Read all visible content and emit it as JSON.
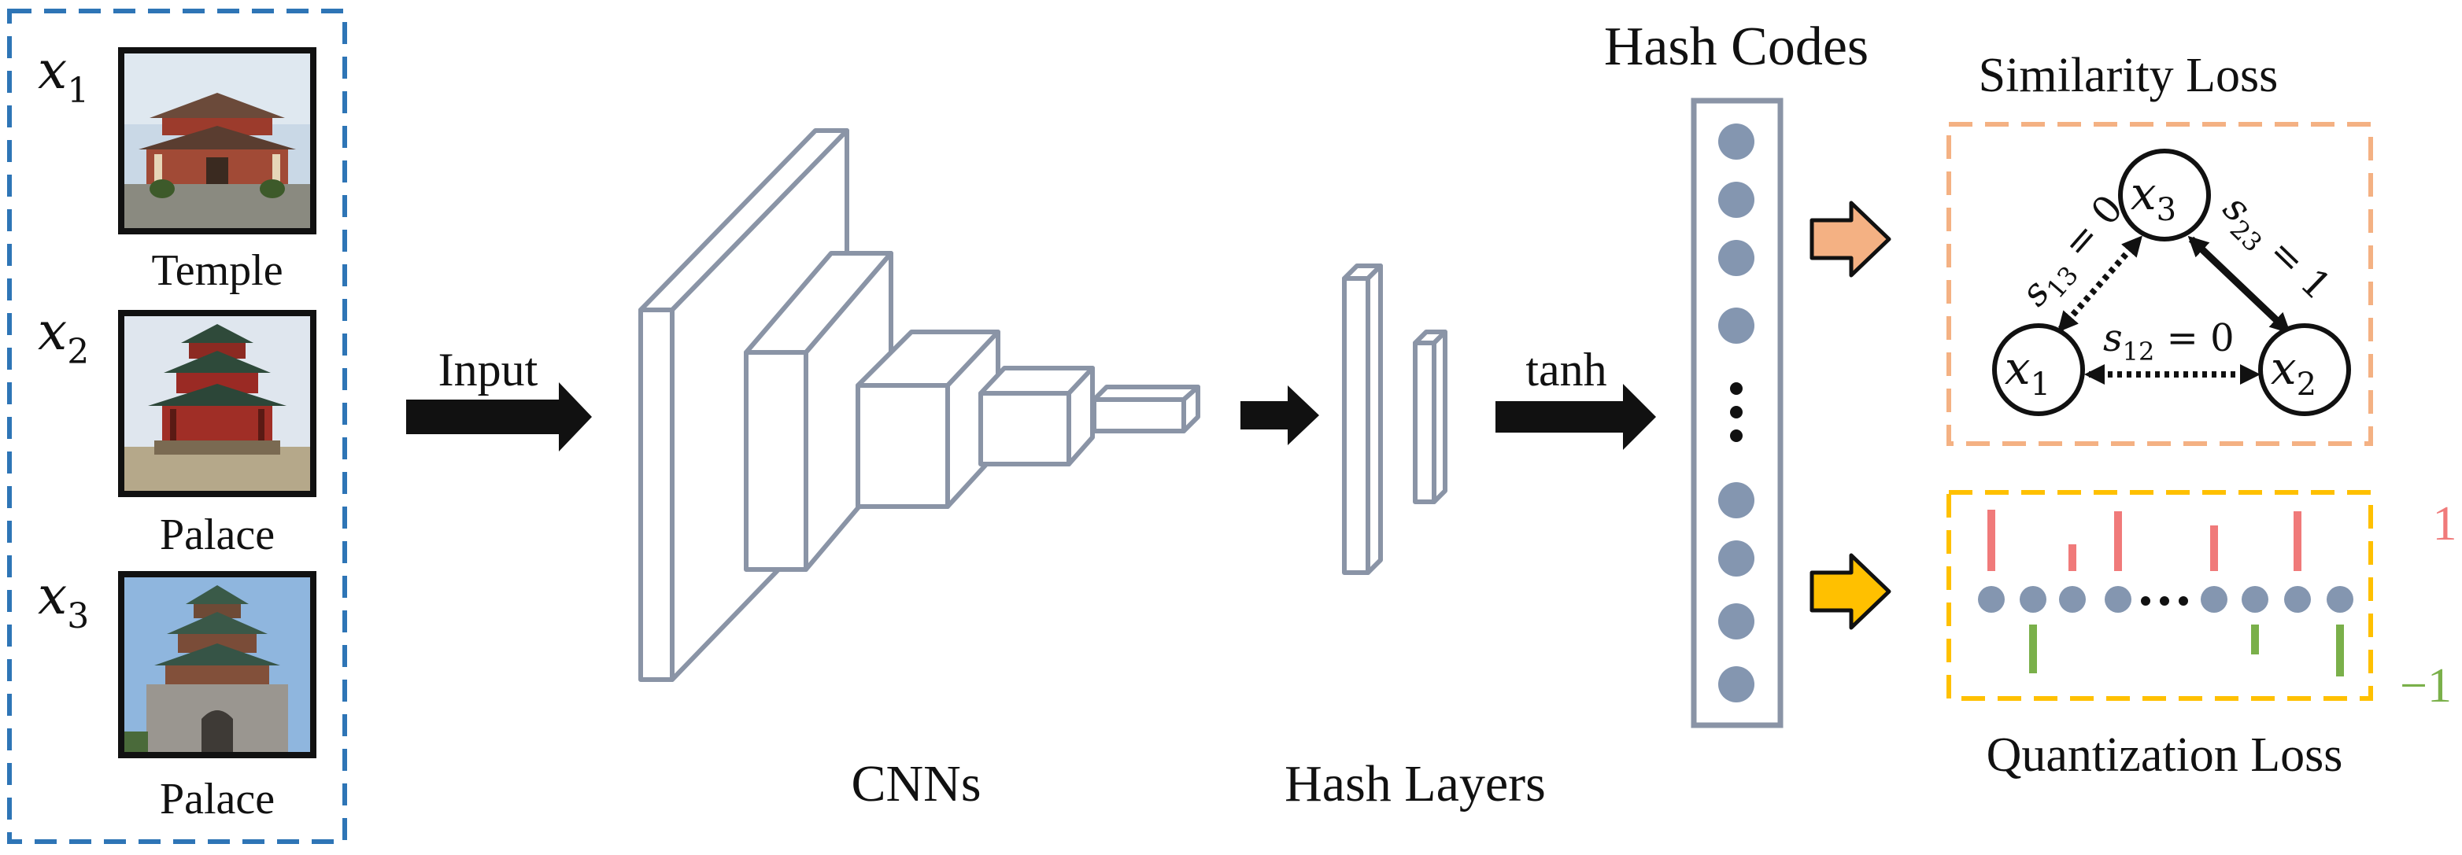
{
  "inputs": [
    {
      "var": "x",
      "sub": "1",
      "caption": "Temple"
    },
    {
      "var": "x",
      "sub": "2",
      "caption": "Palace"
    },
    {
      "var": "x",
      "sub": "3",
      "caption": "Palace"
    }
  ],
  "labels": {
    "input": "Input",
    "cnns": "CNNs",
    "hash_layers": "Hash Layers",
    "tanh": "tanh",
    "hash_codes": "Hash Codes",
    "similarity_loss": "Similarity Loss",
    "quantization_loss": "Quantization Loss",
    "ellipsis": "⋮",
    "dots": "…"
  },
  "similarity": {
    "nodes": [
      {
        "var": "x",
        "sub": "3"
      },
      {
        "var": "x",
        "sub": "1"
      },
      {
        "var": "x",
        "sub": "2"
      }
    ],
    "edges": [
      {
        "s": "s",
        "sub": "13",
        "eq": " = 0",
        "style": "dotted"
      },
      {
        "s": "s",
        "sub": "23",
        "eq": " = 1",
        "style": "solid"
      },
      {
        "s": "s",
        "sub": "12",
        "eq": " = 0",
        "style": "dotted"
      }
    ]
  },
  "quantization": {
    "top_value": "1",
    "bottom_value": "−1",
    "top_color": "#f07a7a",
    "bottom_color": "#7ab04a"
  },
  "colors": {
    "input_border": "#2e75b6",
    "network": "#8a94a6",
    "hash_node": "#8496b0",
    "similarity_box": "#f4b183",
    "quantization_box": "#ffc000",
    "arrow_orange": "#f4b183",
    "arrow_yellow": "#ffc000"
  }
}
